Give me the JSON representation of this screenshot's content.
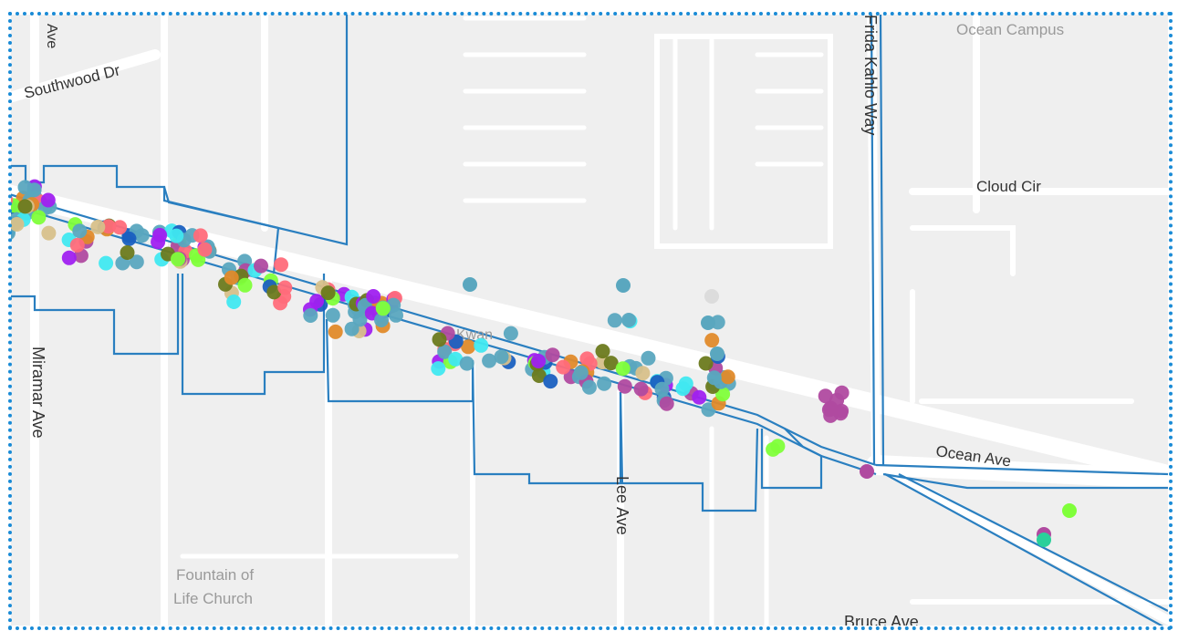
{
  "map": {
    "street_labels": {
      "ave_top": "Ave",
      "southwood": "Southwood Dr",
      "miramar": "Miramar Ave",
      "frida": "Frida Kahlo Way",
      "cloud": "Cloud Cir",
      "ocean": "Ocean Ave",
      "lee": "Lee Ave",
      "bruce": "Bruce Ave",
      "kwan": "Kwan"
    },
    "poi_labels": {
      "ocean_campus": "Ocean Campus",
      "church_line1": "Fountain of",
      "church_line2": "Life Church"
    },
    "colors": {
      "boundary": "#2a7fc0",
      "border": "#1a8bd6",
      "road": "#ffffff",
      "land": "#efefef"
    }
  }
}
